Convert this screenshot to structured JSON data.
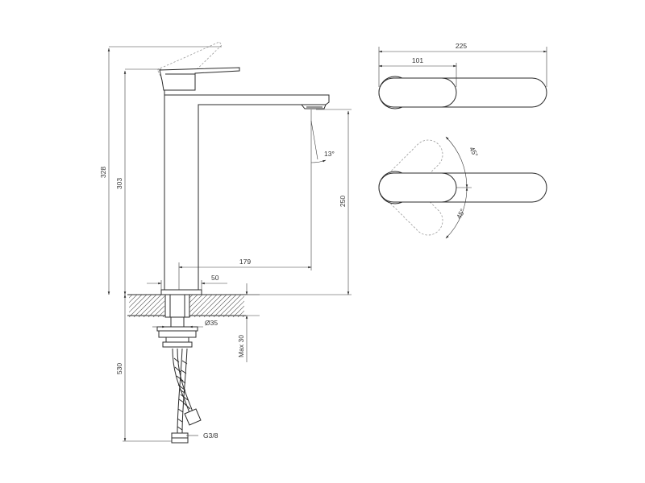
{
  "dimensions": {
    "total_height": "328",
    "body_height": "303",
    "below_deck": "530",
    "spout_reach": "225",
    "lever_reach": "101",
    "spout_tip_height": "250",
    "base_to_spout": "179",
    "base_width": "50",
    "thread_diameter": "Ø35",
    "max_deck": "Max 30",
    "hose_thread": "G3/8",
    "spout_angle": "13°",
    "lever_angle_upper": "45°",
    "lever_angle_lower": "45°"
  },
  "colors": {
    "line": "#2b2b2b",
    "ghost": "#9a9a9a"
  }
}
